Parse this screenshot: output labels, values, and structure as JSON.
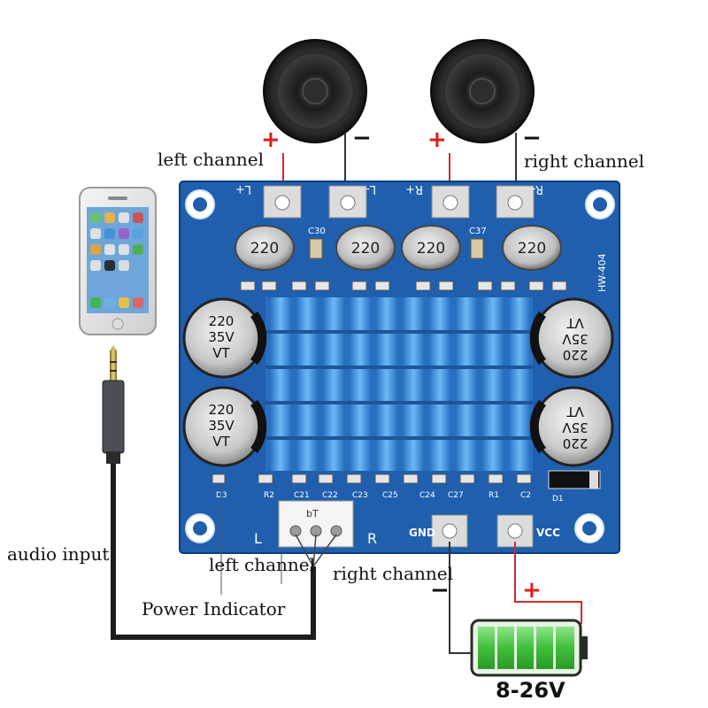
{
  "labels": {
    "left_channel_top": "left channel",
    "right_channel_top": "right channel",
    "audio_input": "audio input",
    "left_channel_bottom": "left channel",
    "right_channel_bottom": "right channel",
    "power_indicator": "Power Indicator",
    "voltage": "8-26V"
  },
  "symbols": {
    "plus": "+",
    "minus": "−"
  },
  "board": {
    "model": "HW-404",
    "term_lp": "L+",
    "term_lm": "L-",
    "term_rp": "R+",
    "term_rm": "R-",
    "gnd": "GND",
    "vcc": "VCC",
    "bt": "bT",
    "in_l": "L",
    "in_r": "R",
    "inductor_value": "220",
    "cap_value": "220",
    "cap_voltage": "35V",
    "cap_series": "VT",
    "c30": "C30",
    "c37": "C37",
    "bottom_refs": [
      "D3",
      "R2",
      "C21",
      "C22",
      "C23",
      "C25",
      "C24",
      "C27",
      "R1",
      "C2",
      "D1"
    ]
  },
  "colors": {
    "pcb": "#1f5fae",
    "heatsink": "#4fa3e8",
    "wire_red": "#d42a2a",
    "battery_green": "#48c443"
  }
}
